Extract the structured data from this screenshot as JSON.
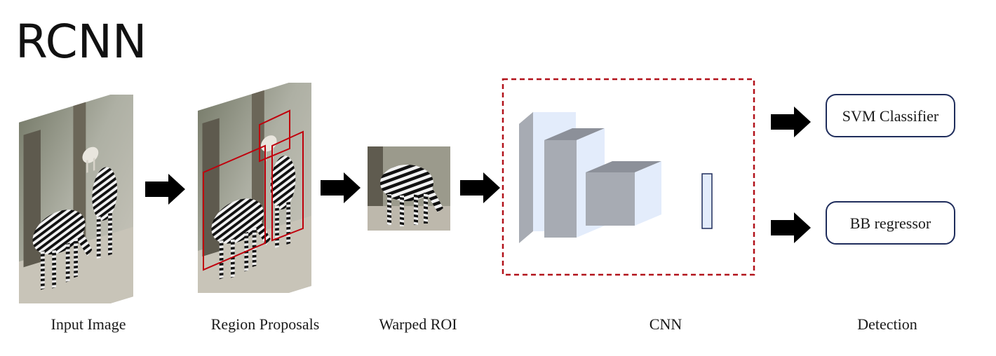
{
  "title": "RCNN",
  "stages": {
    "input_image": "Input Image",
    "region_proposals": "Region Proposals",
    "warped_roi": "Warped ROI",
    "cnn": "CNN",
    "detection": "Detection"
  },
  "outputs": {
    "svm_classifier": "SVM Classifier",
    "bb_regressor": "BB regressor"
  },
  "colors": {
    "arrow": "#000000",
    "proposal_box": "#c0000c",
    "cnn_border": "#b2121b",
    "output_box_border": "#1f2d5c",
    "layer_front": "#a7abb3",
    "layer_side": "#e3ecfb",
    "layer_top": "#8c9099"
  },
  "icons": {
    "input_photo": "zebra-photo-icon",
    "arrow": "right-arrow-icon"
  }
}
